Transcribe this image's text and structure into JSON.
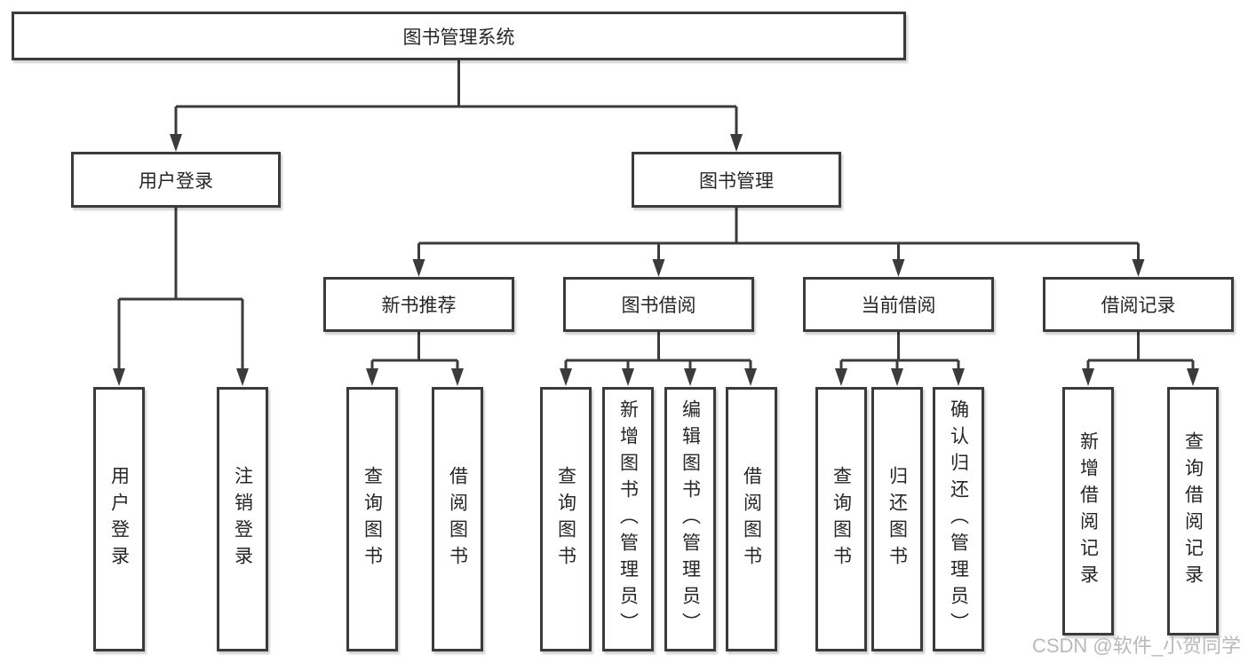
{
  "tree": {
    "root": "图书管理系统",
    "level2": [
      "用户登录",
      "图书管理"
    ],
    "level3": [
      "新书推荐",
      "图书借阅",
      "当前借阅",
      "借阅记录"
    ],
    "leaves_login": [
      "用户登录",
      "注销登录"
    ],
    "leaves_recommend": [
      "查询图书",
      "借阅图书"
    ],
    "leaves_borrow": [
      "查询图书",
      "新增图书（管理员）",
      "编辑图书（管理员）",
      "借阅图书"
    ],
    "leaves_current": [
      "查询图书",
      "归还图书",
      "确认归还（管理员）"
    ],
    "leaves_record": [
      "新增借阅记录",
      "查询借阅记录"
    ]
  },
  "watermark": "CSDN @软件_小贺同学",
  "colors": {
    "line": "#3b3b3b",
    "text": "#262626",
    "watermark": "#b9b9b9",
    "background": "#ffffff"
  }
}
